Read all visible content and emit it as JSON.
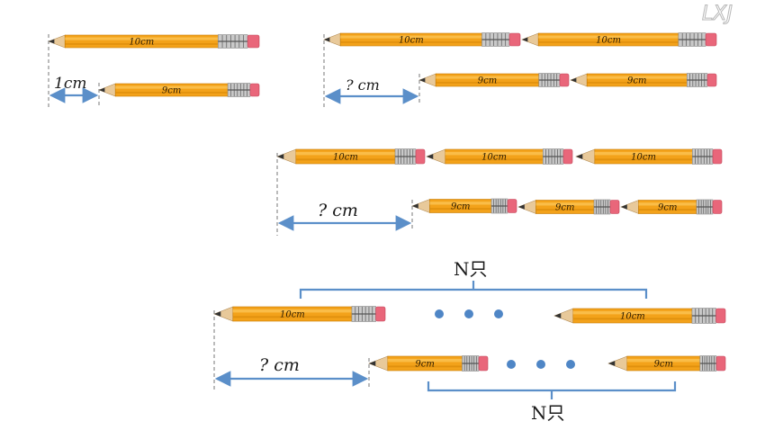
{
  "logo_text": "LXJ",
  "pencil_long_label": "10cm",
  "pencil_short_label": "9cm",
  "gap_labels": [
    "1cm",
    "? cm",
    "? cm",
    "? cm"
  ],
  "count_label_top": "N只",
  "count_label_bottom": "N只",
  "colors": {
    "pencil_body": "#f3a21a",
    "pencil_stripe": "#fbc454",
    "eraser": "#e9667a",
    "ferrule": "#c9c9c9",
    "arrow": "#5b8fc9",
    "dots": "#4f86c6"
  }
}
